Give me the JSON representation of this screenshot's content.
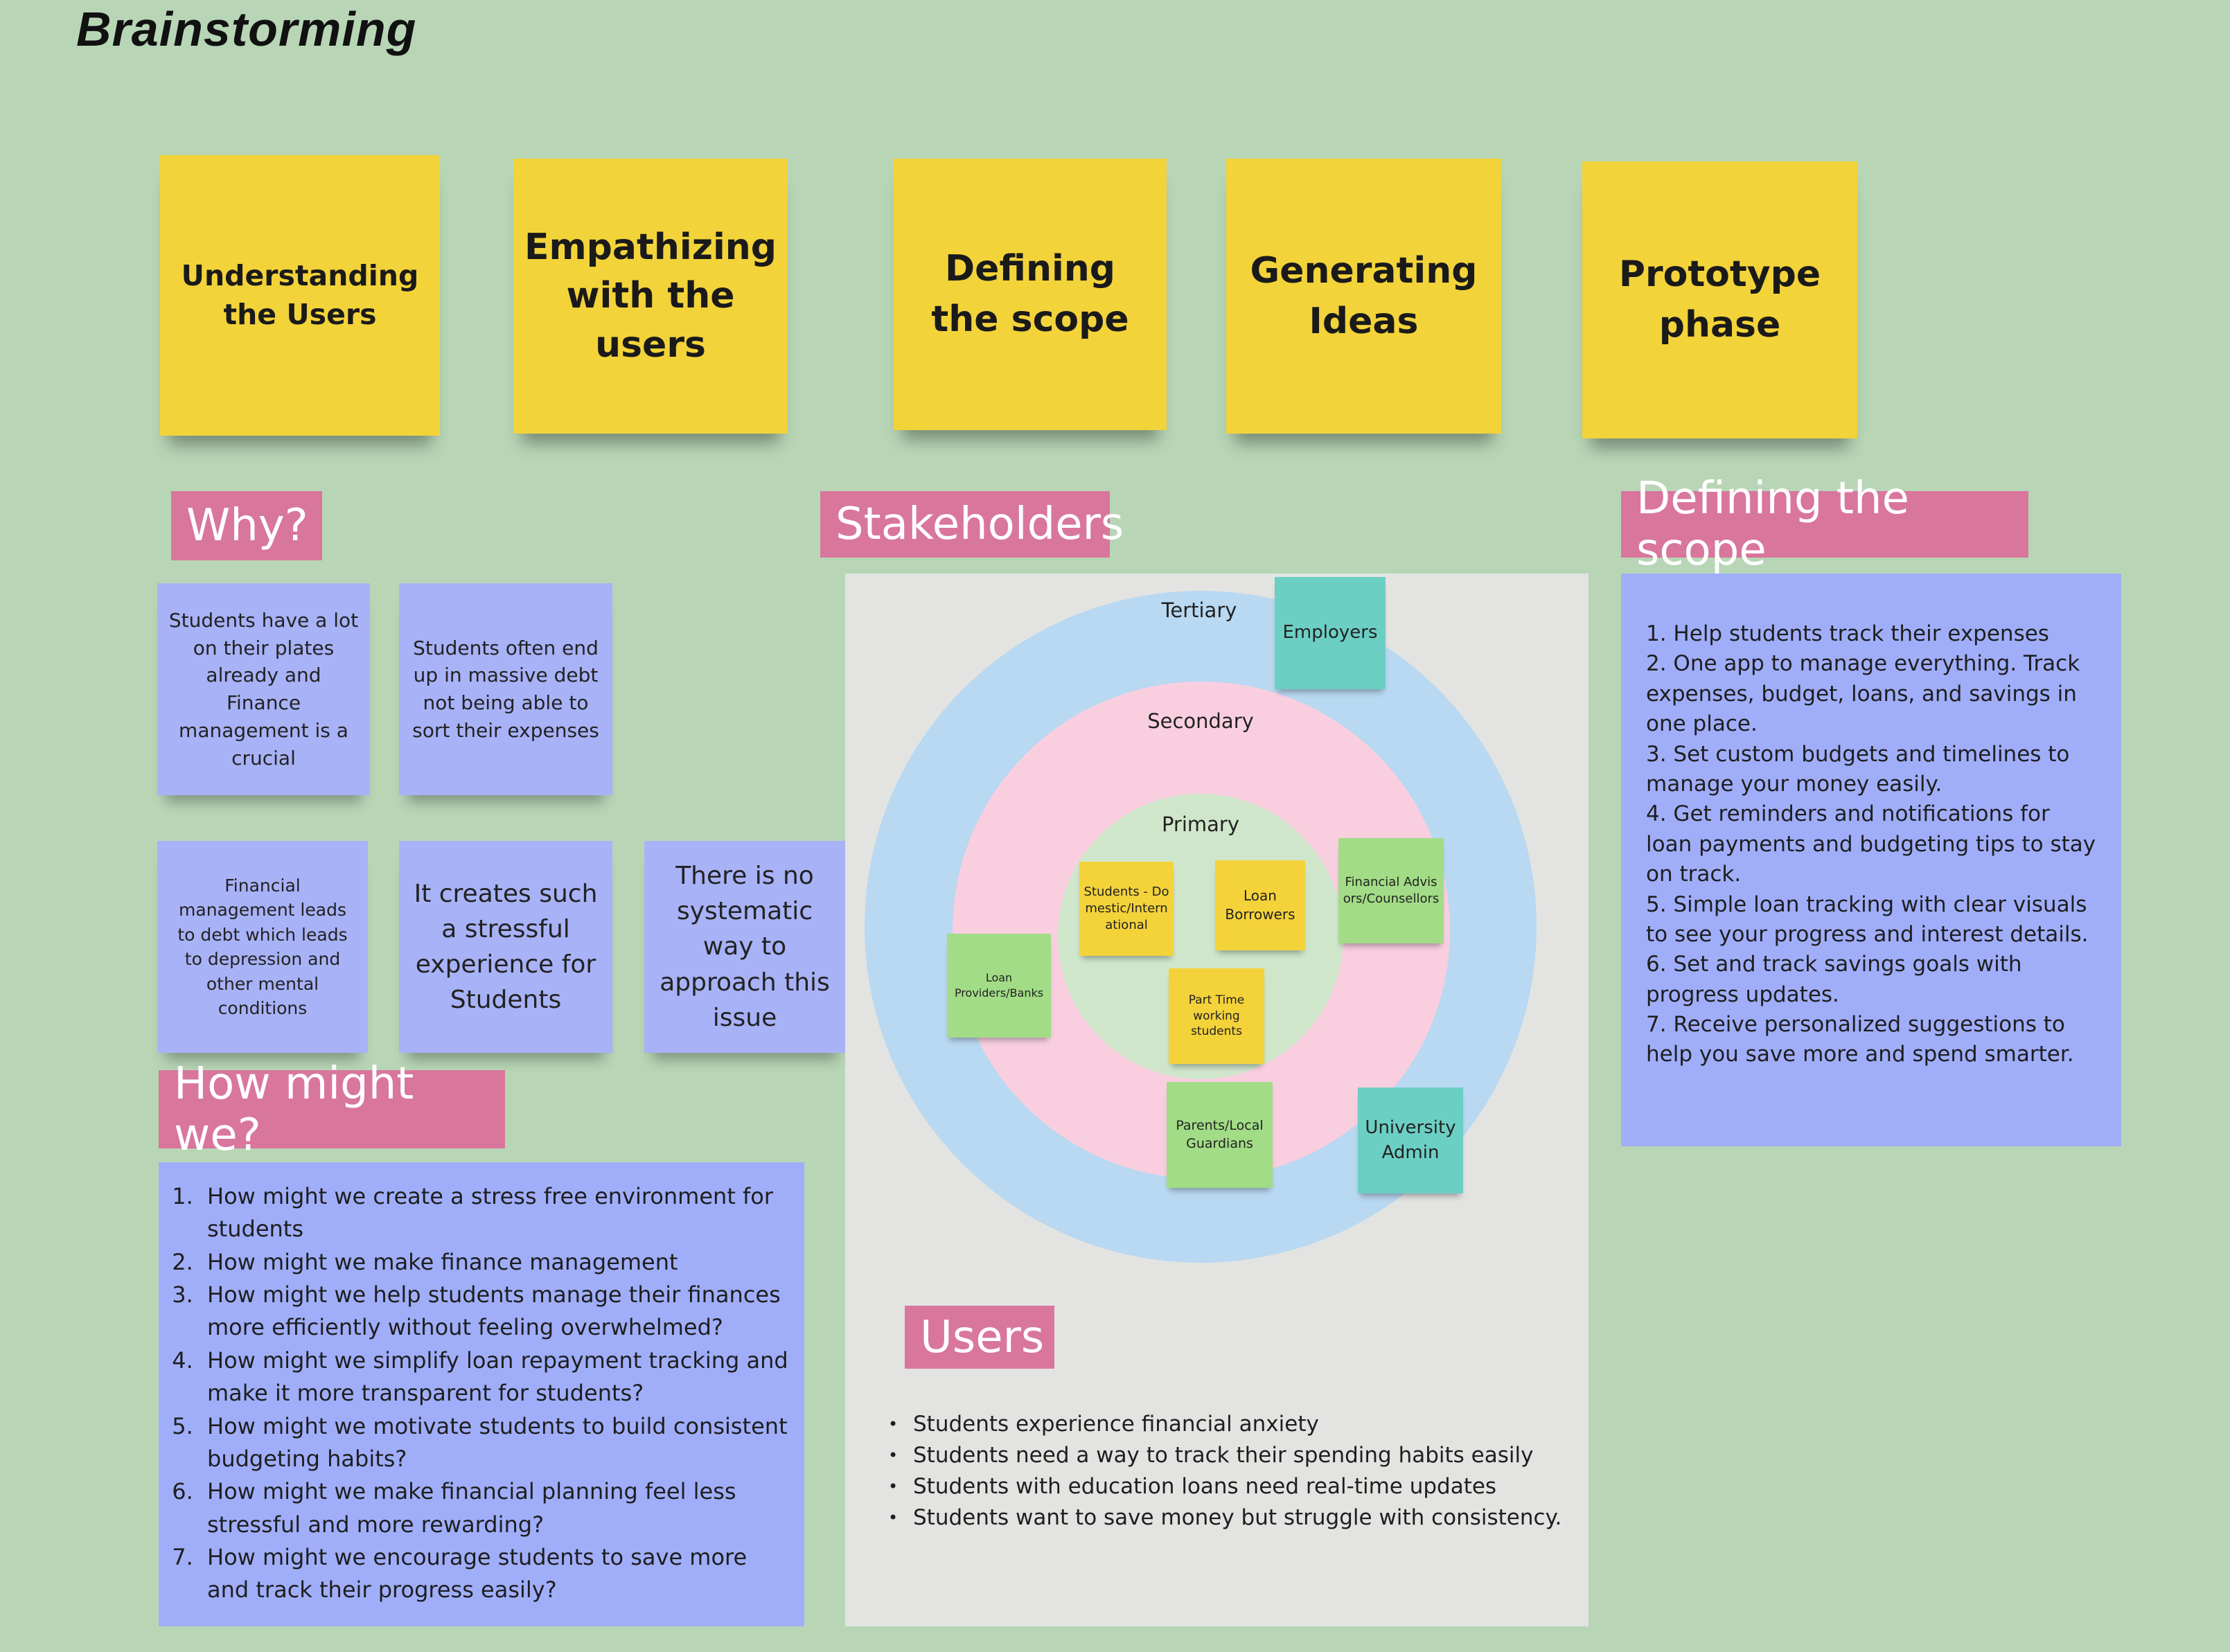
{
  "board": {
    "title": "Brainstorming"
  },
  "phases": [
    {
      "label": "Understanding the Users"
    },
    {
      "label": "Empathizing with the users"
    },
    {
      "label": "Defining the scope"
    },
    {
      "label": "Generating Ideas"
    },
    {
      "label": "Prototype phase"
    }
  ],
  "why": {
    "label": "Why?",
    "notes": [
      "Students have a lot on their plates already and Finance management is a crucial",
      "Students often end up in massive debt not being able to sort their expenses",
      "Financial management leads to debt which leads to depression and other mental conditions",
      "It creates such a stressful experience for Students",
      "There is no systematic way to approach this issue"
    ]
  },
  "hmw": {
    "label": "How might we?",
    "items": [
      "How might we create a stress free environment for students",
      "How might we make finance management",
      "How might we help students manage their finances more efficiently without feeling overwhelmed?",
      "How might we simplify loan repayment tracking and make it more transparent for students?",
      "How might we motivate students to build consistent budgeting habits?",
      "How might we make financial planning feel less stressful and more rewarding?",
      "How might we encourage students to save more and track their progress easily?"
    ]
  },
  "stakeholders": {
    "label": "Stakeholders",
    "rings": {
      "tertiary": "Tertiary",
      "secondary": "Secondary",
      "primary": "Primary"
    },
    "notes": {
      "employers": "Employers",
      "students": "Students - Domestic/International",
      "loan_borrowers": "Loan Borrowers",
      "financial_advisors": "Financial Advisors/Counsellors",
      "loan_providers": "Loan Providers/Banks",
      "part_time": "Part Time working students",
      "parents": "Parents/Local Guardians",
      "university_admin": "University Admin"
    }
  },
  "users": {
    "label": "Users",
    "items": [
      "Students experience financial anxiety",
      "Students need a way to track their spending habits easily",
      "Students with education loans need real-time updates",
      "Students want to save money but struggle with consistency."
    ]
  },
  "scope": {
    "label": "Defining the scope",
    "items": [
      "1. Help students track their expenses",
      "2. One app to manage everything. Track expenses, budget, loans, and savings in one place.",
      "3. Set custom budgets and timelines to manage your money easily.",
      "4. Get reminders and notifications for loan payments and budgeting tips to stay on track.",
      "5. Simple loan tracking with clear visuals to see your progress and interest details.",
      "6. Set and track savings goals with progress updates.",
      "7. Receive personalized suggestions to help you save more and spend smarter."
    ]
  },
  "colors": {
    "background": "#b8d6b6",
    "phase_sticky": "#f3d33a",
    "label_pink": "#d9769c",
    "note_purple": "#a8b2f7",
    "tertiary_ring": "#b9d8f1",
    "secondary_ring": "#f9cfe0",
    "primary_ring": "#cfe6cb",
    "sticky_yellow": "#f4d23a",
    "sticky_green": "#a2dc86",
    "sticky_teal": "#6ccfc4"
  }
}
